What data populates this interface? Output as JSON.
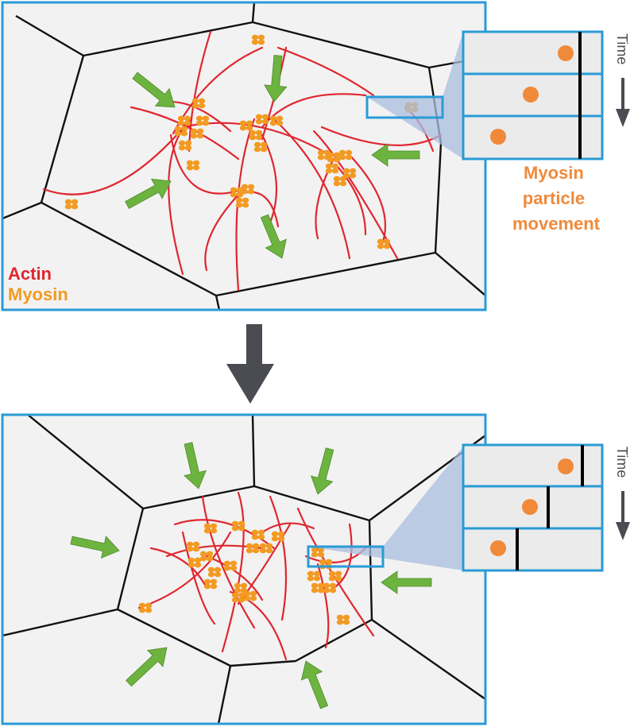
{
  "legend": {
    "actin": "Actin",
    "myosin": "Myosin"
  },
  "inset": {
    "time_label": "Time",
    "caption_line1": "Myosin",
    "caption_line2": "particle",
    "caption_line3": "movement"
  },
  "colors": {
    "panel_border": "#2a9bd6",
    "cell_fill": "#f2f2f2",
    "membrane": "#111111",
    "actin": "#e0262f",
    "myosin": "#f39a22",
    "push_arrow": "#6db33f",
    "flow_arrow": "#4a4c52",
    "zoom_wedge": "#a9bedf",
    "caption": "#f08a3a"
  }
}
